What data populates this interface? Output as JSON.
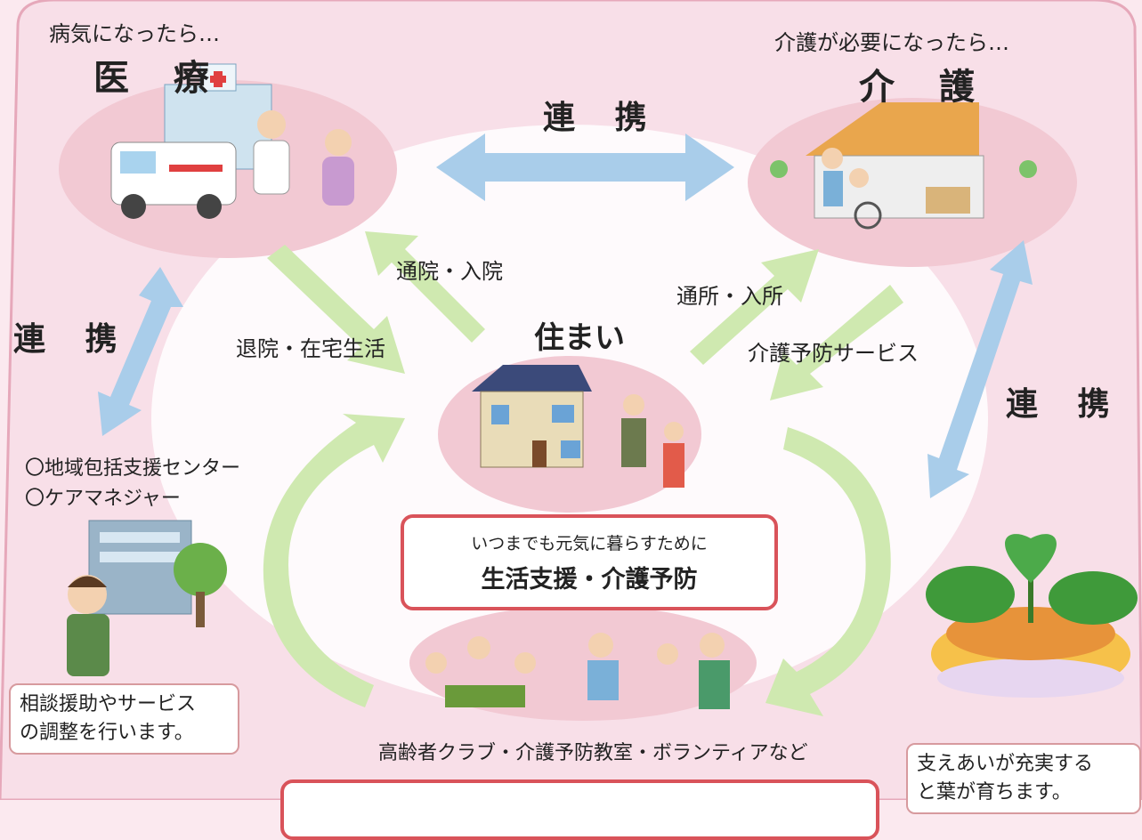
{
  "medical": {
    "caption": "病気になったら…",
    "title": "医 療"
  },
  "care": {
    "caption": "介護が必要になったら…",
    "title": "介 護"
  },
  "link_top": "連 携",
  "link_left": "連 携",
  "link_right": "連 携",
  "arrow_labels": {
    "hospital_visit": "通院・入院",
    "discharge": "退院・在宅生活",
    "care_facility": "通所・入所",
    "prevention_service": "介護予防サービス"
  },
  "home": {
    "title": "住まい"
  },
  "support_box": {
    "subtitle": "いつまでも元気に暮らすために",
    "title": "生活支援・介護予防"
  },
  "community": {
    "caption": "高齢者クラブ・介護予防教室・ボランティアなど"
  },
  "left_panel": {
    "items": [
      "〇地域包括支援センター",
      "〇ケアマネジャー"
    ],
    "speech": [
      "相談援助やサービス",
      "の調整を行います。"
    ]
  },
  "right_panel": {
    "speech": [
      "支えあいが充実する",
      "と葉が育ちます。"
    ]
  },
  "bottom_box": {
    "text": ""
  },
  "colors": {
    "pink_bg": "#fbe9ef",
    "ellipse": "#f2c9d3",
    "arrow_blue": "#a9cdea",
    "arrow_green": "#cfe9b0",
    "box_border": "#d9535a"
  }
}
